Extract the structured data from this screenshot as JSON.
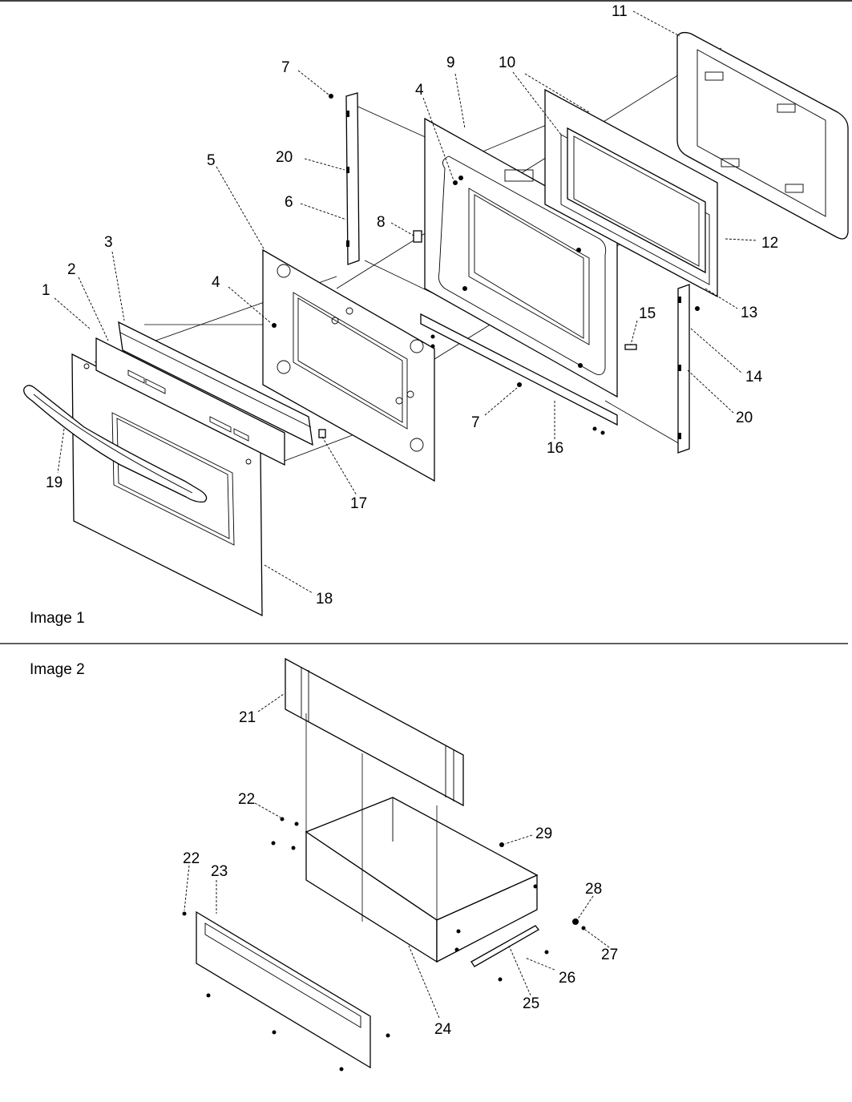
{
  "panels": [
    {
      "caption": "Image 1"
    },
    {
      "caption": "Image 2"
    }
  ],
  "callouts": {
    "image1": [
      "1",
      "2",
      "3",
      "4",
      "5",
      "6",
      "7",
      "20",
      "4",
      "8",
      "9",
      "10",
      "11",
      "12",
      "13",
      "14",
      "15",
      "20",
      "7",
      "16",
      "17",
      "18",
      "19"
    ],
    "image2": [
      "21",
      "22",
      "22",
      "23",
      "24",
      "25",
      "26",
      "27",
      "28",
      "29"
    ]
  },
  "colors": {
    "line": "#000000",
    "background": "#ffffff"
  }
}
